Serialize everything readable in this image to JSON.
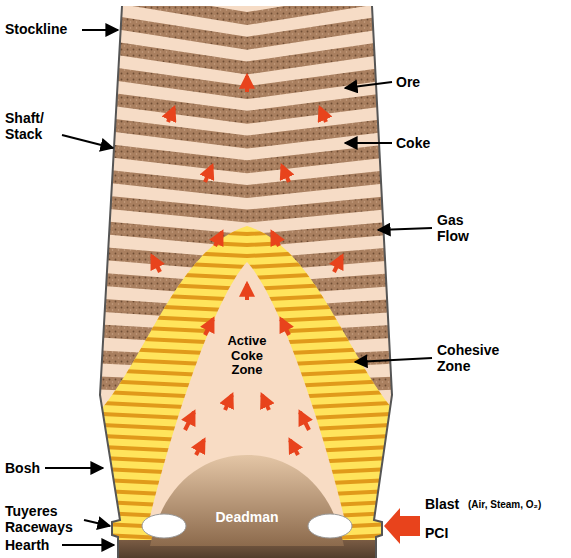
{
  "diagram": {
    "nodes": [
      {
        "text": [
          "Active Coke Zone"
        ]
      },
      {
        "text": [
          "Deadman"
        ]
      }
    ],
    "labels": [
      "Stockline",
      "Ore",
      "Shaft/ Stack",
      "Coke",
      "Gas Flow",
      "Cohesive Zone",
      "Bosh",
      "Tuyeres Raceways",
      "Blast",
      "(Air, Steam, O₂)",
      "PCI",
      "Hearth"
    ]
  }
}
